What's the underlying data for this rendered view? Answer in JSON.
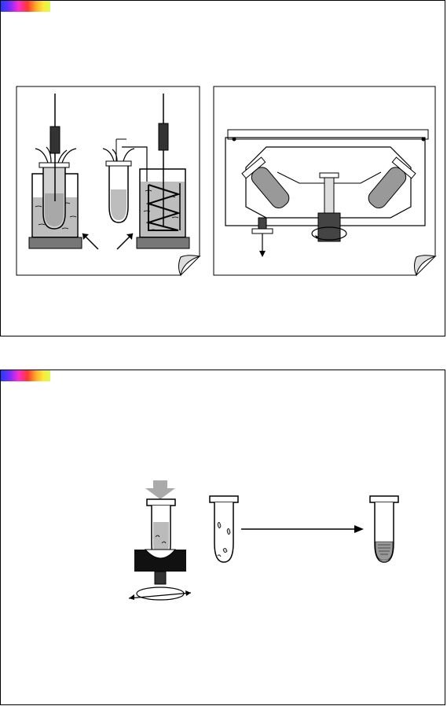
{
  "slides": [
    {
      "id": "slide-1",
      "panels": [
        "nebulization-apparatus",
        "centrifuge-schematic"
      ]
    },
    {
      "id": "slide-2",
      "panels": [
        "tube-centrifugation"
      ]
    }
  ],
  "colors": {
    "stroke": "#000000",
    "fill_gray": "#b8b8b8",
    "fill_dark": "#333333",
    "liquid": "#c8c8c8"
  }
}
